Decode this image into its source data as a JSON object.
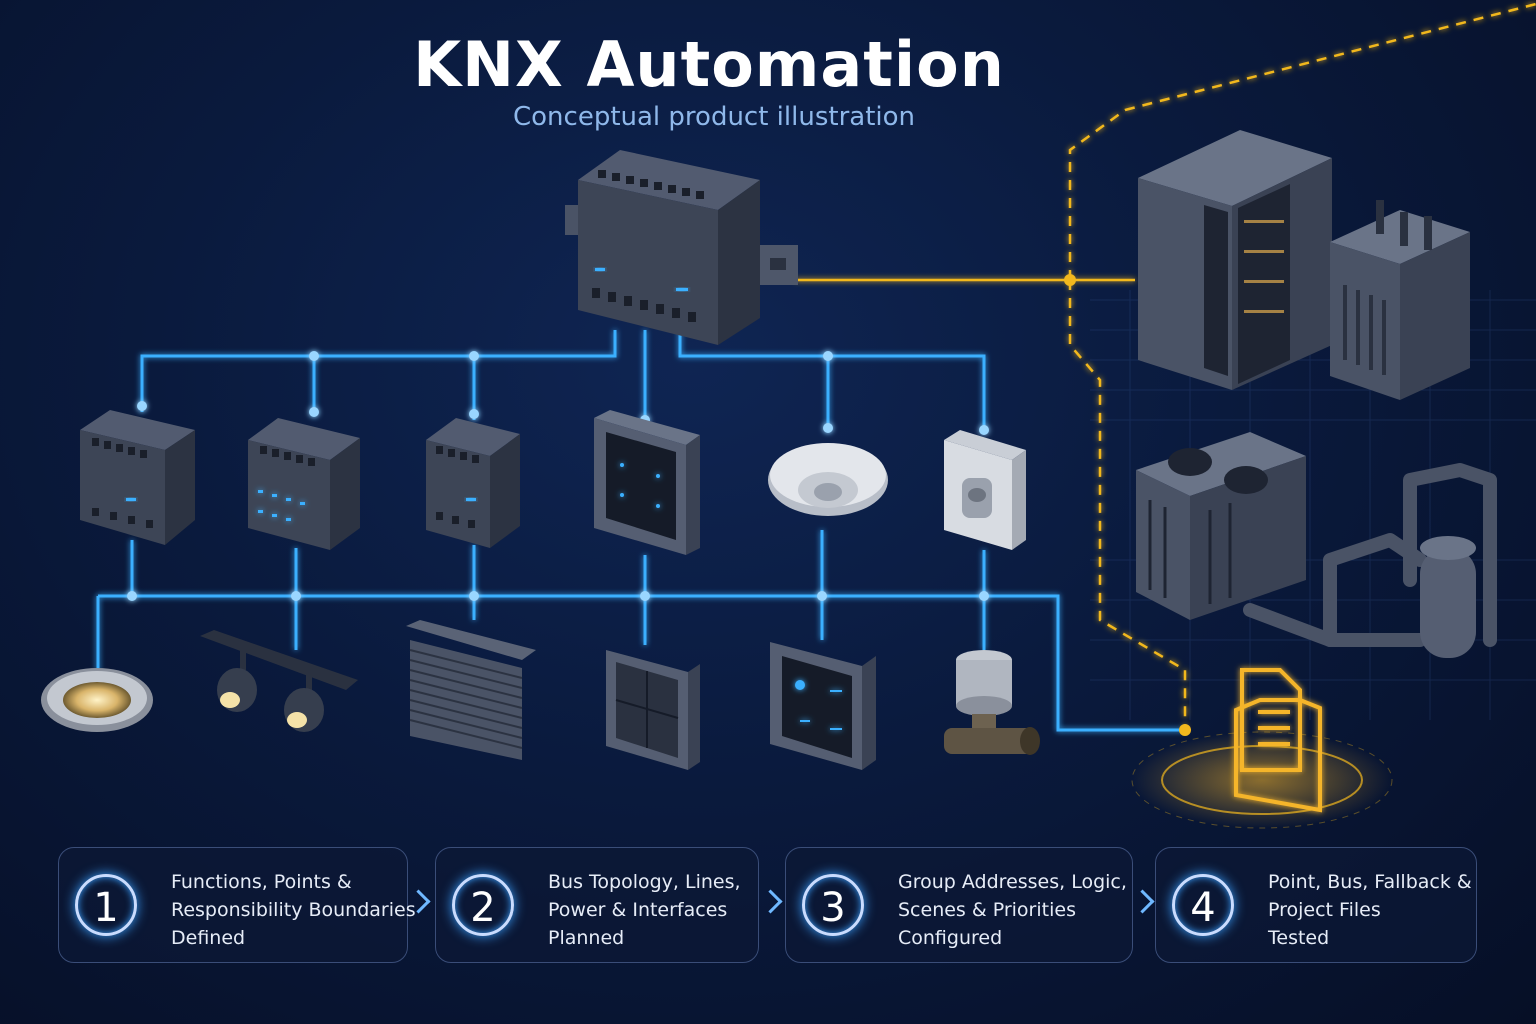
{
  "header": {
    "title": "KNX Automation",
    "subtitle": "Conceptual product illustration"
  },
  "colors": {
    "background": "#0a1a3d",
    "bus_line": "#3ab0ff",
    "external_line": "#f2b81e",
    "device_body": "#3d4556"
  },
  "steps": [
    {
      "number": "1",
      "lines": [
        "Functions, Points &",
        "Responsibility Boundaries",
        "Defined"
      ]
    },
    {
      "number": "2",
      "lines": [
        "Bus Topology, Lines,",
        "Power & Interfaces",
        "Planned"
      ]
    },
    {
      "number": "3",
      "lines": [
        "Group Addresses, Logic,",
        "Scenes & Priorities",
        "Configured"
      ]
    },
    {
      "number": "4",
      "lines": [
        "Point, Bus, Fallback &",
        "Project Files",
        "Tested"
      ]
    }
  ]
}
